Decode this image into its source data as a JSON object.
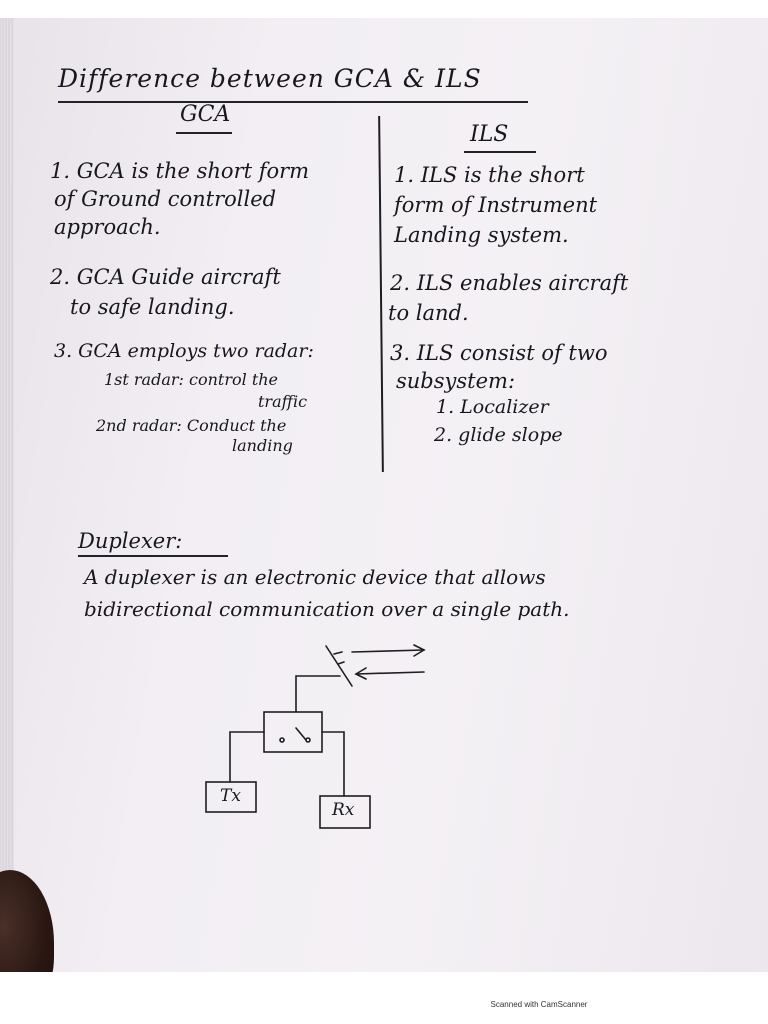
{
  "page": {
    "title": "Difference between GCA & ILS",
    "columns": {
      "left_heading": "GCA",
      "right_heading": "ILS"
    },
    "left": {
      "p1_lines": [
        "1. GCA is the short form",
        "of Ground controlled",
        "approach."
      ],
      "p2_lines": [
        "2. GCA Guide aircraft",
        "to safe landing."
      ],
      "p3_line": "3. GCA employs two radar:",
      "p3_sub1_a": "1st radar: control the",
      "p3_sub1_b": "traffic",
      "p3_sub2_a": "2nd radar: Conduct the",
      "p3_sub2_b": "landing"
    },
    "right": {
      "p1_lines": [
        "1. ILS is the short",
        "form of Instrument",
        "Landing system."
      ],
      "p2_lines": [
        "2. ILS enables aircraft",
        "to land."
      ],
      "p3_lines": [
        "3. ILS consist of two",
        "subsystem:"
      ],
      "sub1": "1. Localizer",
      "sub2": "2. glide slope"
    },
    "duplexer": {
      "heading": "Duplexer:",
      "def_line1": "A duplexer is an electronic device that allows",
      "def_line2": "bidirectional communication over a single path.",
      "tx_label": "Tx",
      "rx_label": "Rx"
    }
  },
  "footer": {
    "scanner_note": "Scanned with CamScanner"
  }
}
